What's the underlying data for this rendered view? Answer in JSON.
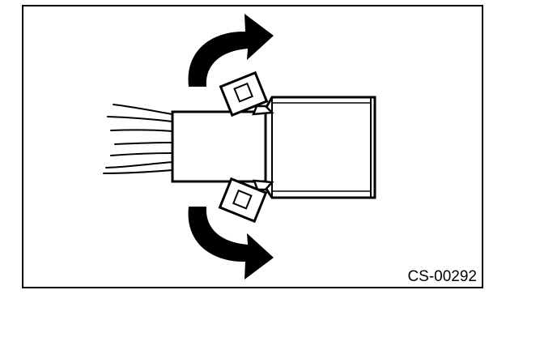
{
  "figure": {
    "reference_code": "CS-00292",
    "line_color": "#000000",
    "background_color": "#ffffff",
    "parts": {
      "wires": "wire-bundle",
      "connector_body": "connector-housing",
      "mating_connector": "mating-connector",
      "upper_lock_tab": "lock-tab",
      "lower_lock_tab": "lock-tab",
      "upper_arrow": "curved-arrow",
      "lower_arrow": "curved-arrow"
    }
  }
}
